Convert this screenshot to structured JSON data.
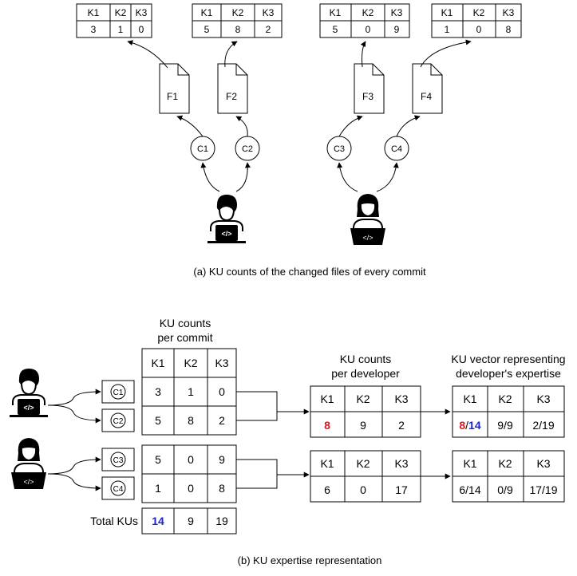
{
  "colors": {
    "highlight_red": "#e0141c",
    "highlight_blue": "#1a25d6",
    "stroke": "#000000"
  },
  "icons": [
    "developer-male-icon",
    "developer-female-icon",
    "file-icon",
    "commit-circle"
  ],
  "panel_a": {
    "caption": "(a) KU counts of the changed files of every commit",
    "tables": [
      {
        "headers": [
          "K1",
          "K2",
          "K3"
        ],
        "values": [
          "3",
          "1",
          "0"
        ]
      },
      {
        "headers": [
          "K1",
          "K2",
          "K3"
        ],
        "values": [
          "5",
          "8",
          "2"
        ]
      },
      {
        "headers": [
          "K1",
          "K2",
          "K3"
        ],
        "values": [
          "5",
          "0",
          "9"
        ]
      },
      {
        "headers": [
          "K1",
          "K2",
          "K3"
        ],
        "values": [
          "1",
          "0",
          "8"
        ]
      }
    ],
    "files": [
      "F1",
      "F2",
      "F3",
      "F4"
    ],
    "commits": [
      "C1",
      "C2",
      "C3",
      "C4"
    ]
  },
  "panel_b": {
    "caption": "(b) KU expertise representation",
    "commit_table_title": [
      "KU counts",
      "per commit"
    ],
    "headers": [
      "K1",
      "K2",
      "K3"
    ],
    "commit_labels": [
      "C1",
      "C2",
      "C3",
      "C4"
    ],
    "commit_rows": [
      [
        "3",
        "1",
        "0"
      ],
      [
        "5",
        "8",
        "2"
      ],
      [
        "5",
        "0",
        "9"
      ],
      [
        "1",
        "0",
        "8"
      ]
    ],
    "total_label": "Total KUs",
    "totals": [
      "14",
      "9",
      "19"
    ],
    "developer_table_title": [
      "KU counts",
      "per developer"
    ],
    "developer_rows": [
      [
        "8",
        "9",
        "2"
      ],
      [
        "6",
        "0",
        "17"
      ]
    ],
    "vector_table_title": [
      "KU vector representing",
      "developer's expertise"
    ],
    "vector_rows": [
      [
        {
          "num": "8",
          "sep": "/",
          "den": "14"
        },
        "9/9",
        "2/19"
      ],
      [
        "6/14",
        "0/9",
        "17/19"
      ]
    ]
  }
}
